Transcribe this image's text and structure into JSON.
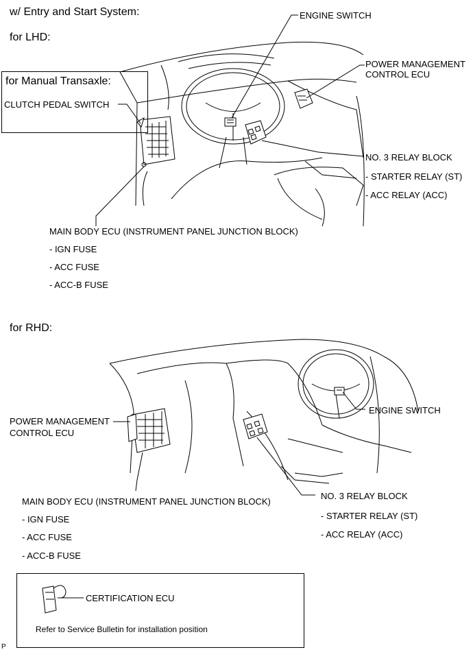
{
  "header": "w/ Entry and Start System:",
  "lhd": {
    "heading": "for LHD:",
    "inset_title": "for Manual Transaxle:",
    "clutch_switch": "CLUTCH PEDAL SWITCH",
    "engine_switch": "ENGINE SWITCH",
    "power_mgmt_line1": "POWER MANAGEMENT",
    "power_mgmt_line2": "CONTROL ECU",
    "relay_block": "NO. 3 RELAY BLOCK",
    "relay_items": [
      "- STARTER RELAY (ST)",
      "- ACC RELAY (ACC)"
    ],
    "main_body": "MAIN BODY ECU (INSTRUMENT PANEL JUNCTION BLOCK)",
    "fuses": [
      "- IGN FUSE",
      "- ACC FUSE",
      "- ACC-B FUSE"
    ]
  },
  "rhd": {
    "heading": "for RHD:",
    "power_mgmt_line1": "POWER MANAGEMENT",
    "power_mgmt_line2": "CONTROL ECU",
    "engine_switch": "ENGINE SWITCH",
    "relay_block": "NO. 3 RELAY BLOCK",
    "relay_items": [
      "- STARTER RELAY (ST)",
      "- ACC RELAY (ACC)"
    ],
    "main_body": "MAIN BODY ECU (INSTRUMENT PANEL JUNCTION BLOCK)",
    "fuses": [
      "- IGN FUSE",
      "- ACC FUSE",
      "- ACC-B FUSE"
    ]
  },
  "certification": {
    "label": "CERTIFICATION ECU",
    "note": "Refer to Service Bulletin for installation position"
  },
  "figure_code": "P"
}
